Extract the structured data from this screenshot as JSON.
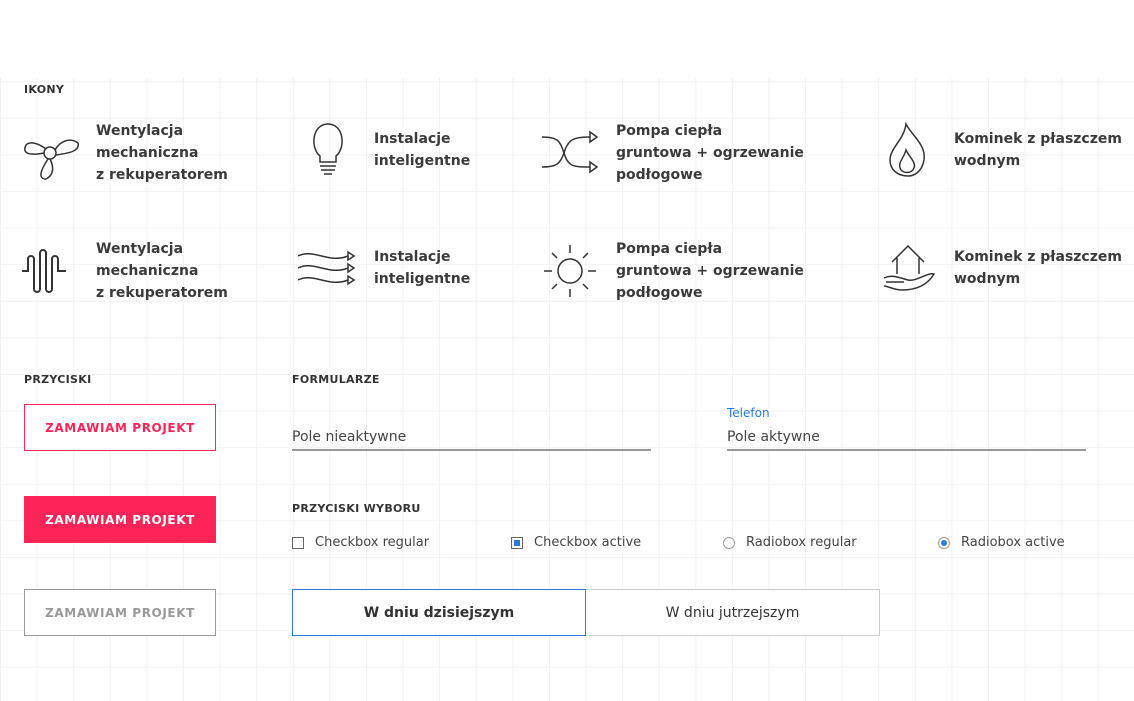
{
  "icons_section": {
    "title": "IKONY",
    "items": [
      {
        "icon": "fan-icon",
        "label": "Wentylacja\nmechaniczna\nz rekuperatorem"
      },
      {
        "icon": "lightbulb-icon",
        "label": "Instalacje\ninteligentne"
      },
      {
        "icon": "shuffle-icon",
        "label": "Pompa ciepła\ngruntowa + ogrzewanie\npodłogowe"
      },
      {
        "icon": "flame-icon",
        "label": "Kominek z płaszczem\nwodnym"
      },
      {
        "icon": "heating-coil-icon",
        "label": "Wentylacja\nmechaniczna\nz rekuperatorem"
      },
      {
        "icon": "airflow-icon",
        "label": "Instalacje\ninteligentne"
      },
      {
        "icon": "sun-icon",
        "label": "Pompa ciepła\ngruntowa + ogrzewanie\npodłogowe"
      },
      {
        "icon": "house-hand-icon",
        "label": "Kominek z płaszczem\nwodnym"
      }
    ]
  },
  "buttons_section": {
    "title": "PRZYCISKI",
    "outline": "ZAMAWIAM PROJEKT",
    "filled": "ZAMAWIAM PROJEKT",
    "disabled": "ZAMAWIAM PROJEKT"
  },
  "forms_section": {
    "title": "FORMULARZE",
    "inactive_value": "Pole nieaktywne",
    "active_label": "Telefon",
    "active_value": "Pole aktywne"
  },
  "choice_section": {
    "title": "PRZYCISKI WYBORU",
    "checkbox_regular": "Checkbox regular",
    "checkbox_active": "Checkbox active",
    "radio_regular": "Radiobox regular",
    "radio_active": "Radiobox active",
    "segment_today": "W dniu dzisiejszym",
    "segment_tomorrow": "W dniu jutrzejszym"
  },
  "colors": {
    "accent": "#ff2457",
    "active": "#2a7ae2"
  }
}
